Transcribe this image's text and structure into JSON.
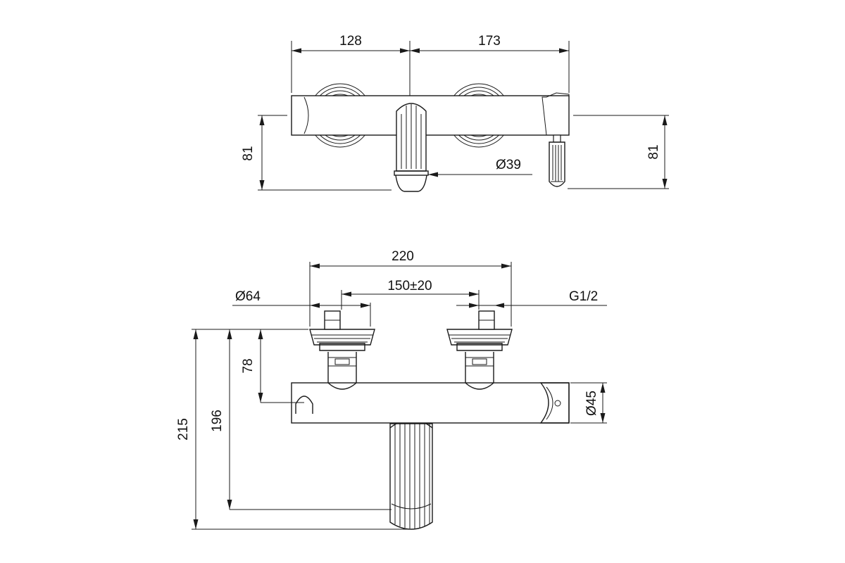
{
  "top_view": {
    "dim_left": "128",
    "dim_right": "173",
    "dim_height_left": "81",
    "dim_height_right": "81",
    "dim_spout_diameter": "Ø39"
  },
  "front_view": {
    "dim_overall_width": "220",
    "dim_centers": "150±20",
    "dim_escutcheon": "Ø64",
    "dim_thread": "G1/2",
    "dim_body_offset": "78",
    "dim_spout_reach": "196",
    "dim_total_depth": "215",
    "dim_body_diameter": "Ø45"
  }
}
